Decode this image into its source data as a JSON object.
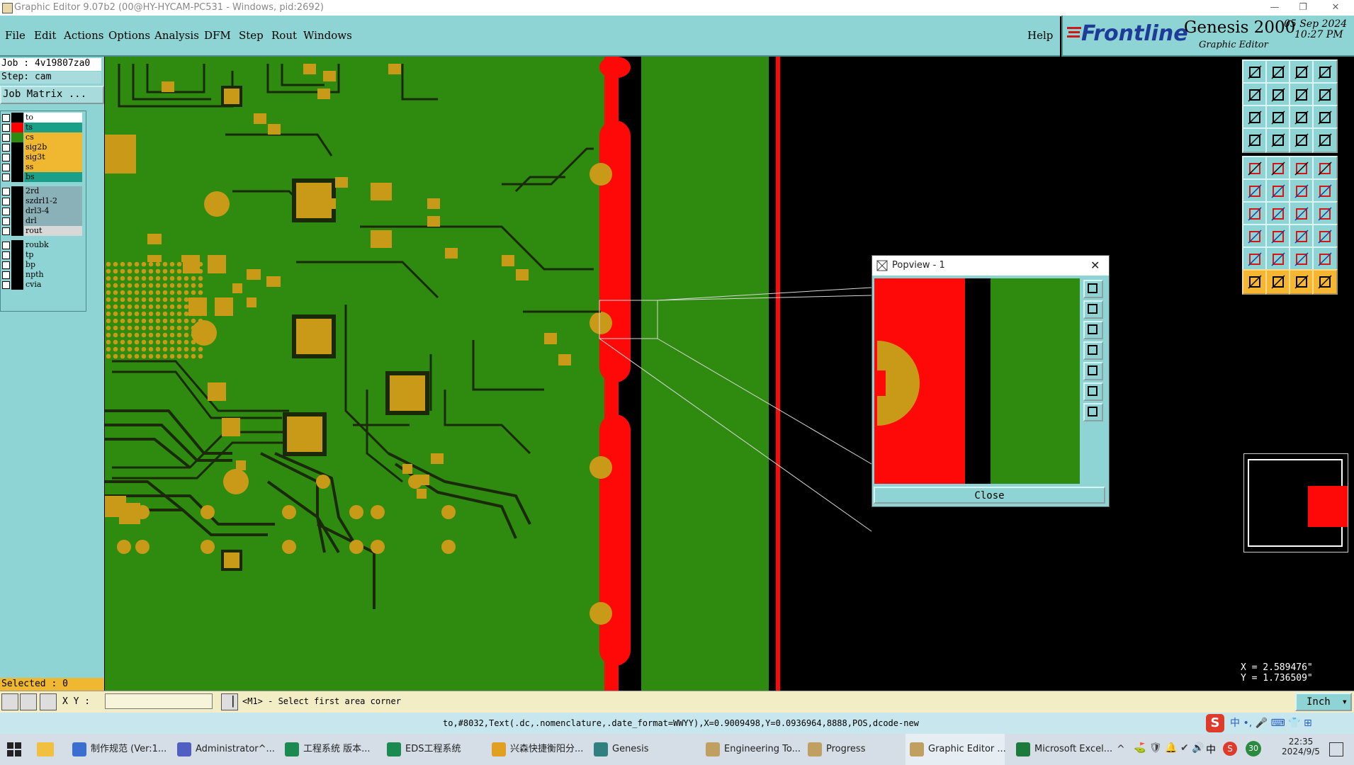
{
  "window": {
    "title": "Graphic Editor 9.07b2 (00@HY-HYCAM-PC531 - Windows, pid:2692)",
    "minimize": "—",
    "restore": "❐",
    "close": "✕"
  },
  "menu": {
    "items": [
      "File",
      "Edit",
      "Actions",
      "Options",
      "Analysis",
      "DFM",
      "Step",
      "Rout",
      "Windows"
    ],
    "help": "Help"
  },
  "brand": {
    "logo_text": "Frontline",
    "product": "Genesis 2000",
    "subtitle": "Graphic Editor",
    "date": "05 Sep 2024",
    "time": "10:27 PM",
    "logo_color": "#1f3b9a",
    "logo_accent": "#d01818"
  },
  "job": {
    "job_line": "Job : 4v19807za0",
    "step_line": "Step: cam",
    "job_matrix_button": "Job Matrix ..."
  },
  "layers": [
    {
      "name": "to",
      "swatch": "#000000",
      "bg": "#ffffff"
    },
    {
      "name": "ts",
      "swatch": "#ff0000",
      "bg": "#1aa088",
      "active": true
    },
    {
      "name": "cs",
      "swatch": "#2f8a10",
      "bg": "#f0b830"
    },
    {
      "name": "sig2b",
      "swatch": "#000000",
      "bg": "#f0b830"
    },
    {
      "name": "sig3t",
      "swatch": "#000000",
      "bg": "#f0b830"
    },
    {
      "name": "ss",
      "swatch": "#000000",
      "bg": "#f0b830"
    },
    {
      "name": "bs",
      "swatch": "#000000",
      "bg": "#1aa088"
    },
    {
      "name": "2rd",
      "swatch": "#000000",
      "bg": "#8ab0b8"
    },
    {
      "name": "szdrl1-2",
      "swatch": "#000000",
      "bg": "#8ab0b8"
    },
    {
      "name": "drl3-4",
      "swatch": "#000000",
      "bg": "#8ab0b8"
    },
    {
      "name": "drl",
      "swatch": "#000000",
      "bg": "#8ab0b8"
    },
    {
      "name": "rout",
      "swatch": "#000000",
      "bg": "#d8d8d8"
    },
    {
      "name": "roubk",
      "swatch": "#000000",
      "bg": "#8fd4d4"
    },
    {
      "name": "tp",
      "swatch": "#000000",
      "bg": "#8fd4d4"
    },
    {
      "name": "bp",
      "swatch": "#000000",
      "bg": "#8fd4d4"
    },
    {
      "name": "npth",
      "swatch": "#000000",
      "bg": "#8fd4d4"
    },
    {
      "name": "cvia",
      "swatch": "#000000",
      "bg": "#8fd4d4"
    }
  ],
  "selected_text": "Selected : 0",
  "popview": {
    "title": "Popview - 1",
    "close_button": "Close"
  },
  "coords": {
    "x": "X = 2.589476\"",
    "y": "Y = 1.736509\""
  },
  "command": {
    "xy_label": "X Y :",
    "xy_value": "",
    "prompt": "<M1> - Select first area corner",
    "units": "Inch"
  },
  "status_line": "to,#8032,Text(.dc,.nomenclature,.date_format=WWYY),X=0.9009498,Y=0.0936964,8888,POS,dcode-new",
  "taskbar": {
    "items": [
      {
        "label": "制作规范 (Ver:1...",
        "icon": "document-icon",
        "color": "#3a6fd0"
      },
      {
        "label": "Administrator^...",
        "icon": "save-icon",
        "color": "#5060c0"
      },
      {
        "label": "工程系统   版本...",
        "icon": "app-icon",
        "color": "#1a8a50"
      },
      {
        "label": "EDS工程系统",
        "icon": "app-icon",
        "color": "#1a8a50"
      },
      {
        "label": "兴森快捷衡阳分...",
        "icon": "browser-icon",
        "color": "#e0a020"
      },
      {
        "label": "Genesis",
        "icon": "genesis-icon",
        "color": "#308080"
      },
      {
        "label": "Engineering To...",
        "icon": "window-icon",
        "color": "#c0a060"
      },
      {
        "label": "Progress",
        "icon": "window-icon",
        "color": "#c0a060"
      },
      {
        "label": "Graphic Editor ...",
        "icon": "window-icon",
        "color": "#c0a060"
      },
      {
        "label": "Microsoft Excel...",
        "icon": "excel-icon",
        "color": "#1d7a3d"
      }
    ],
    "clock_time": "22:35",
    "clock_date": "2024/9/5",
    "ime": "中",
    "badge": "30"
  },
  "colors": {
    "panel": "#8fd4d4",
    "board_green": "#2f8a10",
    "copper": "#c89a18",
    "trace_dark": "#1a2a08",
    "solder_red": "#ff0808"
  }
}
